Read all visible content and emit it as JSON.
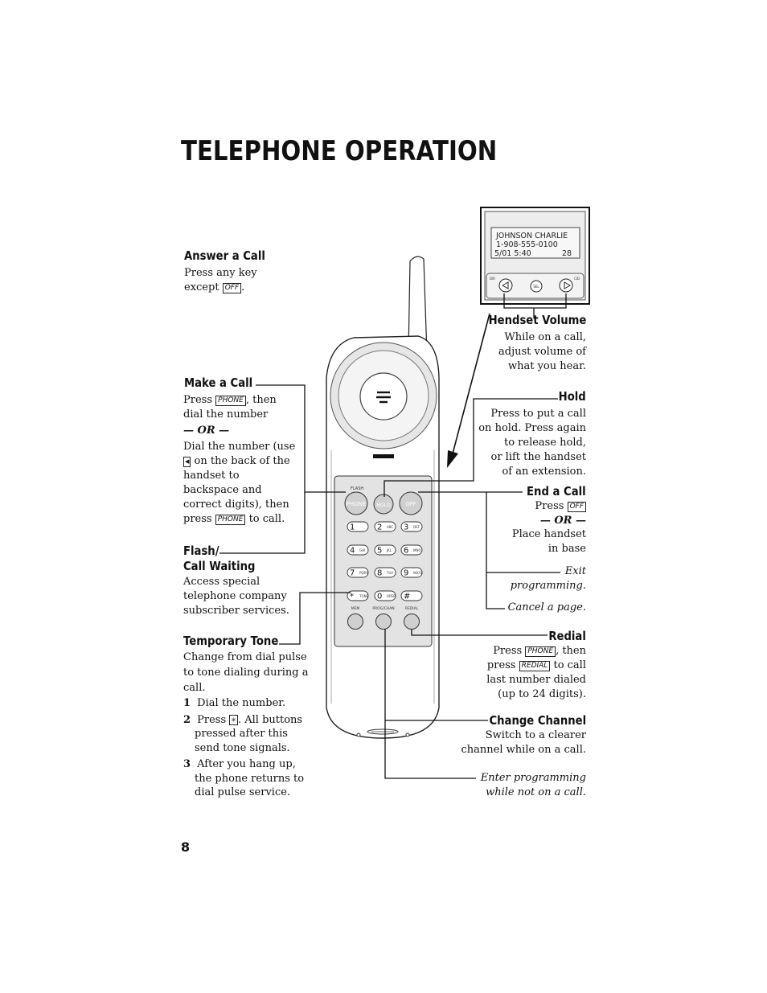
{
  "page_title": "TELEPHONE OPERATION",
  "page_number": "8",
  "lcd": {
    "line1": "JOHNSON CHARLIE",
    "line2": "1-908-555-0100",
    "line3": "5/01 5:40",
    "line3b": "28",
    "dir_label": "DIR",
    "cid_label": "CID",
    "sel_label": "SEL"
  },
  "handset": {
    "flash_label": "FLASH",
    "phone_label": "PHONE",
    "hold_label": "HOLD",
    "off_label": "OFF",
    "keys": [
      {
        "digit": "1",
        "letters": ""
      },
      {
        "digit": "2",
        "letters": "ABC"
      },
      {
        "digit": "3",
        "letters": "DEF"
      },
      {
        "digit": "4",
        "letters": "GHI"
      },
      {
        "digit": "5",
        "letters": "JKL"
      },
      {
        "digit": "6",
        "letters": "MNO"
      },
      {
        "digit": "7",
        "letters": "PQRS"
      },
      {
        "digit": "8",
        "letters": "TUV"
      },
      {
        "digit": "9",
        "letters": "WXYZ"
      },
      {
        "digit": "*",
        "letters": "TONE"
      },
      {
        "digit": "0",
        "letters": "OPER"
      },
      {
        "digit": "#",
        "letters": ""
      }
    ],
    "mem_label": "MEM",
    "prog_label": "PROG/CHAN",
    "redial_label": "REDIAL"
  },
  "keys": {
    "off": "OFF",
    "phone": "PHONE",
    "redial": "REDIAL",
    "backspace": "◀",
    "star": "✳"
  },
  "answer": {
    "heading": "Answer a Call",
    "line1": "Press any key",
    "line2_pre": "except",
    "line2_post": "."
  },
  "make": {
    "heading": "Make a Call",
    "l1_pre": "Press",
    "l1_post": ", then",
    "l2": "dial the number",
    "or": "— OR —",
    "l3": "Dial the number (use",
    "l4_post": "on the back of the",
    "l5": "handset to",
    "l6": "backspace and",
    "l7": "correct digits), then",
    "l8_pre": "press",
    "l8_post": "to call."
  },
  "flash": {
    "heading1": "Flash/",
    "heading2": "Call Waiting",
    "l1": "Access special",
    "l2": "telephone company",
    "l3": "subscriber services."
  },
  "tone": {
    "heading": "Temporary Tone",
    "l1": "Change from dial pulse",
    "l2": "to tone dialing during a",
    "l3": "call.",
    "s1n": "1",
    "s1": "Dial the number.",
    "s2n": "2",
    "s2_pre": "Press",
    "s2_post": ". All buttons",
    "s2b": "pressed after this",
    "s2c": "send tone signals.",
    "s3n": "3",
    "s3": "After you hang up,",
    "s3b": "the phone returns to",
    "s3c": "dial pulse service."
  },
  "volume": {
    "heading": "Hendset Volume",
    "l1": "While on a call,",
    "l2": "adjust volume of",
    "l3": "what you hear."
  },
  "hold": {
    "heading": "Hold",
    "l1": "Press to put a call",
    "l2": "on hold.  Press again",
    "l3": "to release hold,",
    "l4": "or lift the handset",
    "l5": "of an extension."
  },
  "end": {
    "heading": "End a Call",
    "l1_pre": "Press",
    "or": "— OR —",
    "l2": "Place handset",
    "l3": "in base",
    "exit1": "Exit",
    "exit2": "programming.",
    "cancel": "Cancel a page."
  },
  "redial": {
    "heading": "Redial",
    "l1_pre": "Press",
    "l1_post": ", then",
    "l2_pre": "press",
    "l2_post": "to call",
    "l3": "last number dialed",
    "l4": "(up to 24 digits)."
  },
  "channel": {
    "heading": "Change Channel",
    "l1": "Switch to a clearer",
    "l2": "channel while on a call.",
    "prog1": "Enter programming",
    "prog2": "while not on a call."
  }
}
